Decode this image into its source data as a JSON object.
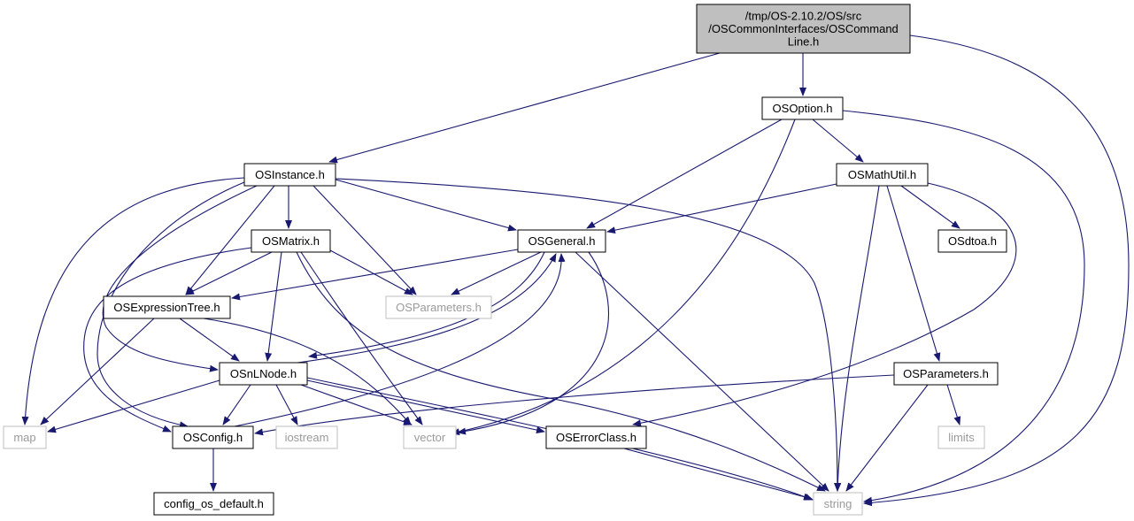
{
  "colors": {
    "edge": "#191970",
    "root_fill": "#bfbfbf",
    "node_fill": "#ffffff",
    "node_border": "#000000",
    "external_border": "#bfbfbf",
    "external_text": "#9a9a9a"
  },
  "nodes": [
    {
      "id": "root",
      "lines": [
        "/tmp/OS-2.10.2/OS/src",
        "/OSCommonInterfaces/OSCommand",
        "Line.h"
      ],
      "kind": "root"
    },
    {
      "id": "osoption",
      "lines": [
        "OSOption.h"
      ],
      "kind": "file"
    },
    {
      "id": "osinstance",
      "lines": [
        "OSInstance.h"
      ],
      "kind": "file"
    },
    {
      "id": "osmathutil",
      "lines": [
        "OSMathUtil.h"
      ],
      "kind": "file"
    },
    {
      "id": "osmatrix",
      "lines": [
        "OSMatrix.h"
      ],
      "kind": "file"
    },
    {
      "id": "osgeneral",
      "lines": [
        "OSGeneral.h"
      ],
      "kind": "file"
    },
    {
      "id": "osdtoa",
      "lines": [
        "OSdtoa.h"
      ],
      "kind": "file"
    },
    {
      "id": "osexprtree",
      "lines": [
        "OSExpressionTree.h"
      ],
      "kind": "file"
    },
    {
      "id": "osparams_ext",
      "lines": [
        "OSParameters.h"
      ],
      "kind": "external"
    },
    {
      "id": "osnlnode",
      "lines": [
        "OSnLNode.h"
      ],
      "kind": "file"
    },
    {
      "id": "osparams",
      "lines": [
        "OSParameters.h"
      ],
      "kind": "file"
    },
    {
      "id": "map",
      "lines": [
        "map"
      ],
      "kind": "external"
    },
    {
      "id": "osconfig",
      "lines": [
        "OSConfig.h"
      ],
      "kind": "file"
    },
    {
      "id": "iostream",
      "lines": [
        "iostream"
      ],
      "kind": "external"
    },
    {
      "id": "vector",
      "lines": [
        "vector"
      ],
      "kind": "external"
    },
    {
      "id": "oserrorclass",
      "lines": [
        "OSErrorClass.h"
      ],
      "kind": "file"
    },
    {
      "id": "limits",
      "lines": [
        "limits"
      ],
      "kind": "external"
    },
    {
      "id": "configdefault",
      "lines": [
        "config_os_default.h"
      ],
      "kind": "file"
    },
    {
      "id": "string",
      "lines": [
        "string"
      ],
      "kind": "external"
    }
  ],
  "edges": [
    {
      "from": "root",
      "to": "osoption"
    },
    {
      "from": "root",
      "to": "osinstance"
    },
    {
      "from": "root",
      "to": "string"
    },
    {
      "from": "osoption",
      "to": "osmathutil"
    },
    {
      "from": "osoption",
      "to": "osgeneral"
    },
    {
      "from": "osoption",
      "to": "vector"
    },
    {
      "from": "osoption",
      "to": "string"
    },
    {
      "from": "osinstance",
      "to": "osmatrix"
    },
    {
      "from": "osinstance",
      "to": "osgeneral"
    },
    {
      "from": "osinstance",
      "to": "osexprtree"
    },
    {
      "from": "osinstance",
      "to": "osparams_ext"
    },
    {
      "from": "osinstance",
      "to": "osnlnode"
    },
    {
      "from": "osinstance",
      "to": "map"
    },
    {
      "from": "osinstance",
      "to": "osconfig"
    },
    {
      "from": "osinstance",
      "to": "string"
    },
    {
      "from": "osmathutil",
      "to": "osgeneral"
    },
    {
      "from": "osmathutil",
      "to": "osdtoa"
    },
    {
      "from": "osmathutil",
      "to": "osparams"
    },
    {
      "from": "osmathutil",
      "to": "oserrorclass"
    },
    {
      "from": "osmathutil",
      "to": "string"
    },
    {
      "from": "osmatrix",
      "to": "osexprtree"
    },
    {
      "from": "osmatrix",
      "to": "osparams_ext"
    },
    {
      "from": "osmatrix",
      "to": "osnlnode"
    },
    {
      "from": "osmatrix",
      "to": "osconfig"
    },
    {
      "from": "osmatrix",
      "to": "vector"
    },
    {
      "from": "osmatrix",
      "to": "string"
    },
    {
      "from": "osgeneral",
      "to": "osexprtree"
    },
    {
      "from": "osgeneral",
      "to": "osparams_ext"
    },
    {
      "from": "osgeneral",
      "to": "osnlnode"
    },
    {
      "from": "osgeneral",
      "to": "vector"
    },
    {
      "from": "osgeneral",
      "to": "string"
    },
    {
      "from": "osexprtree",
      "to": "osnlnode"
    },
    {
      "from": "osexprtree",
      "to": "map"
    },
    {
      "from": "osexprtree",
      "to": "vector"
    },
    {
      "from": "osnlnode",
      "to": "osgeneral"
    },
    {
      "from": "osnlnode",
      "to": "osconfig"
    },
    {
      "from": "osnlnode",
      "to": "map"
    },
    {
      "from": "osnlnode",
      "to": "iostream"
    },
    {
      "from": "osnlnode",
      "to": "vector"
    },
    {
      "from": "osnlnode",
      "to": "oserrorclass"
    },
    {
      "from": "osnlnode",
      "to": "string"
    },
    {
      "from": "osconfig",
      "to": "configdefault"
    },
    {
      "from": "osconfig",
      "to": "osgeneral"
    },
    {
      "from": "osparams",
      "to": "osconfig"
    },
    {
      "from": "osparams",
      "to": "limits"
    },
    {
      "from": "osparams",
      "to": "string"
    },
    {
      "from": "oserrorclass",
      "to": "string"
    }
  ]
}
